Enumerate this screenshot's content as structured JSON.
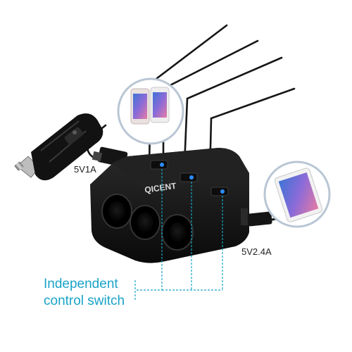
{
  "product": {
    "brand_logo": "QICENT"
  },
  "labels": {
    "port_left": "5V1A",
    "port_right": "5V2.4A",
    "callout_line1": "Independent",
    "callout_line2": "control switch"
  },
  "colors": {
    "accent_callout": "#1aa3c8",
    "device_body": "#111111",
    "indicator_led": "#2a8cff",
    "cable": "#151515",
    "bubble_border": "#b9c6d4"
  },
  "icons": {
    "phones": "two-iphones-icon",
    "tablet": "ipad-tablet-icon",
    "plug": "car-cigarette-plug-icon"
  }
}
